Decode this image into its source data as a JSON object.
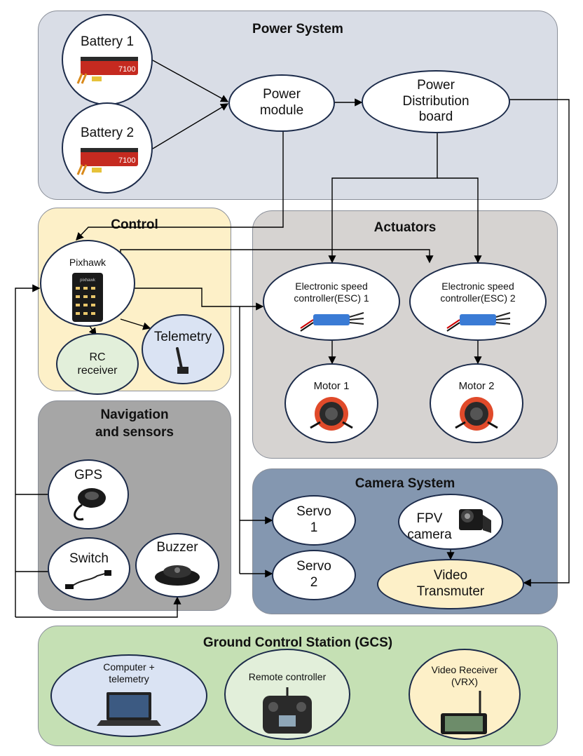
{
  "groups": {
    "power": "Power System",
    "control": "Control",
    "actuators": "Actuators",
    "navigation": "Navigation\nand sensors",
    "camera": "Camera System",
    "gcs": "Ground Control Station (GCS)"
  },
  "nodes": {
    "battery1": "Battery 1",
    "battery2": "Battery 2",
    "battery_print": "7100",
    "power_module": "Power\nmodule",
    "pdb": "Power\nDistribution\nboard",
    "pixhawk": "Pixhawk",
    "pixhawk_print": "pixhawk",
    "rc_receiver": "RC\nreceiver",
    "telemetry": "Telemetry",
    "esc1": "Electronic speed\ncontroller(ESC) 1",
    "esc2": "Electronic speed\ncontroller(ESC) 2",
    "motor1": "Motor 1",
    "motor2": "Motor 2",
    "gps": "GPS",
    "switch": "Switch",
    "buzzer": "Buzzer",
    "servo1": "Servo\n1",
    "servo2": "Servo\n2",
    "fpv": "FPV\ncamera",
    "vtx": "Video\nTransmuter",
    "computer": "Computer +\ntelemetry",
    "remote": "Remote controller",
    "vrx": "Video Receiver\n(VRX)"
  },
  "colors": {
    "power_bg": "#d9dde6",
    "control_bg": "#fdf0c8",
    "actuators_bg": "#d6d3d1",
    "navigation_bg": "#a6a6a6",
    "camera_bg": "#8497b0",
    "gcs_bg": "#c5e0b4",
    "node_border": "#1c2b4a",
    "wire": "#000000"
  }
}
